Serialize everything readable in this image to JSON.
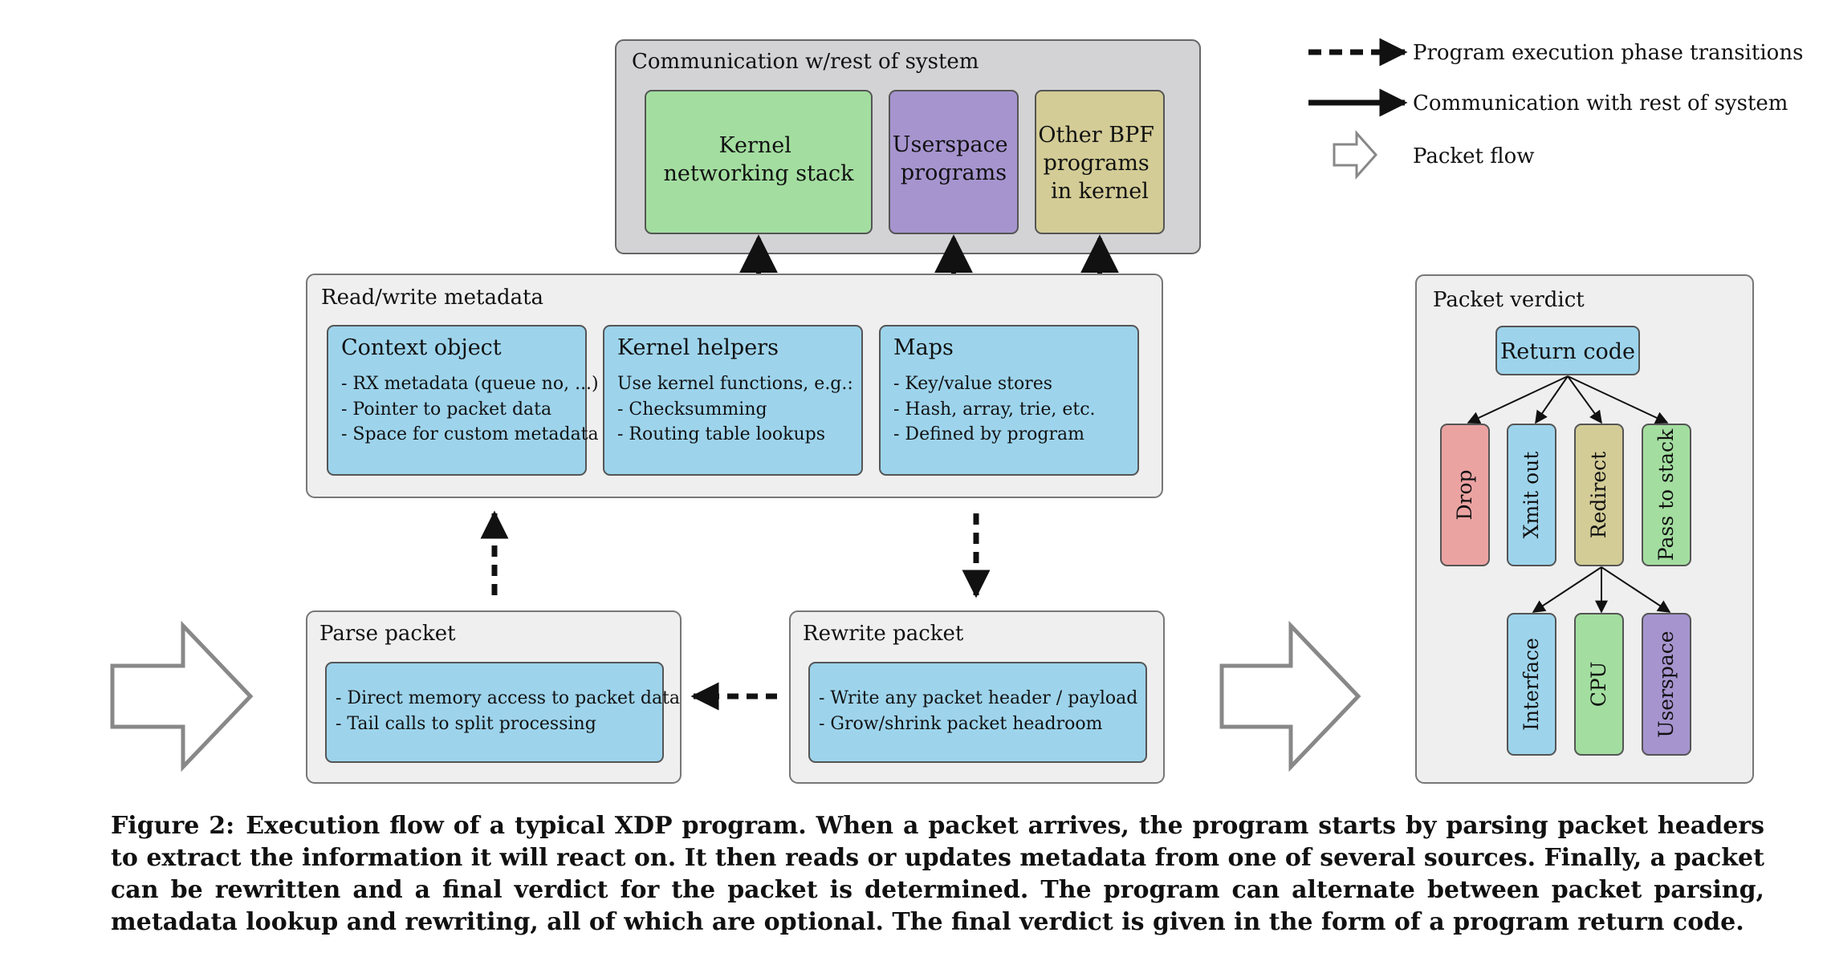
{
  "legend": {
    "dashed": "Program execution phase transitions",
    "solid": "Communication with rest of system",
    "hollow": "Packet flow"
  },
  "communication": {
    "title": "Communication w/rest of system",
    "kernel_stack": [
      "Kernel",
      "networking stack"
    ],
    "userspace": [
      "Userspace",
      "programs"
    ],
    "other_bpf": [
      "Other BPF",
      "programs",
      "in kernel"
    ]
  },
  "metadata": {
    "title": "Read/write metadata",
    "context": {
      "title": "Context object",
      "lines": [
        "- RX metadata (queue no, ...)",
        "- Pointer to packet data",
        "- Space for custom metadata"
      ]
    },
    "helpers": {
      "title": "Kernel helpers",
      "lines": [
        "Use kernel functions, e.g.:",
        "- Checksumming",
        "- Routing table lookups"
      ]
    },
    "maps": {
      "title": "Maps",
      "lines": [
        "- Key/value stores",
        "- Hash, array, trie, etc.",
        "- Defined by program"
      ]
    }
  },
  "parse": {
    "title": "Parse packet",
    "lines": [
      "- Direct memory access to packet data",
      "- Tail calls to split processing"
    ]
  },
  "rewrite": {
    "title": "Rewrite packet",
    "lines": [
      "- Write any packet header / payload",
      "- Grow/shrink packet headroom"
    ]
  },
  "verdict": {
    "title": "Packet verdict",
    "return_code": "Return code",
    "actions": [
      "Drop",
      "Xmit out",
      "Redirect",
      "Pass to stack"
    ],
    "redirect_targets": [
      "Interface",
      "CPU",
      "Userspace"
    ]
  },
  "caption": {
    "label": "Figure 2:",
    "text": "Execution flow of a typical XDP program. When a packet arrives, the program starts by parsing packet headers to extract the information it will react on. It then reads or updates metadata from one of several sources. Finally, a packet can be rewritten and a final verdict for the packet is determined. The program can alternate between packet parsing, metadata lookup and rewriting, all of which are optional. The final verdict is given in the form of a program return code."
  },
  "colors": {
    "panel": "#efefef",
    "comm_panel": "#d3d3d5",
    "blue": "#9dd4ec",
    "green": "#a3dea0",
    "purple": "#a694cf",
    "khaki": "#d3cc96",
    "red": "#eba3a2",
    "stroke": "#555555"
  }
}
